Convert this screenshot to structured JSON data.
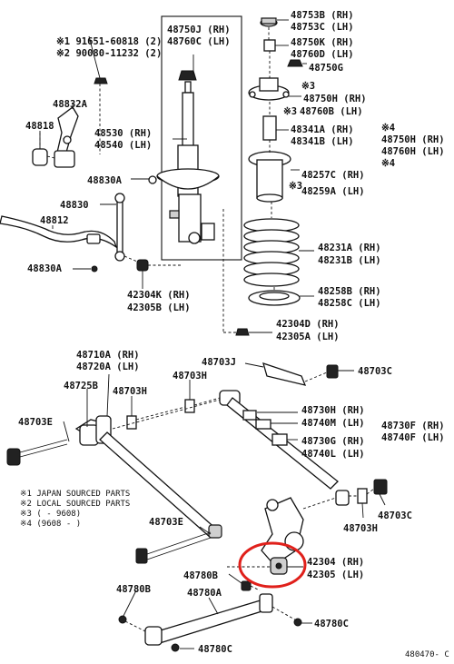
{
  "labels": {
    "p48753B": "48753B (RH)",
    "p48753C": "48753C (LH)",
    "p48750K": "48750K (RH)",
    "p48760D": "48760D (LH)",
    "p48750G": "48750G",
    "p48750J": "48750J (RH)",
    "p48760C": "48760C (LH)",
    "p91651": "※1 91651-60818 (2)",
    "p90080": "※2 90080-11232 (2)",
    "p48832A": "48832A",
    "p48818": "48818",
    "p48530": "48530 (RH)",
    "p48540": "48540 (LH)",
    "p48750H": "48750H (RH)",
    "p48760B": "48760B (LH)",
    "p48341A": "48341A (RH)",
    "p48341B": "48341B (LH)",
    "p48750Hr": "48750H (RH)",
    "p48760Hr": "48760H (LH)",
    "p48257C": "48257C (RH)",
    "p48259A": "48259A (LH)",
    "p48830Aa": "48830A",
    "p48830": "48830",
    "p48812": "48812",
    "p48830Ab": "48830A",
    "p48231A": "48231A (RH)",
    "p48231B": "48231B (LH)",
    "p48258B": "48258B (RH)",
    "p48258C": "48258C (LH)",
    "p42304K": "42304K (RH)",
    "p42305B": "42305B (LH)",
    "p42304D": "42304D (RH)",
    "p42305A": "42305A (LH)",
    "p48710A": "48710A (RH)",
    "p48720A": "48720A (LH)",
    "p48703J": "48703J",
    "p48703Ca": "48703C",
    "p48725B": "48725B",
    "p48703Ha": "48703H",
    "p48703Hb": "48703H",
    "p48730H": "48730H (RH)",
    "p48740M": "48740M (LH)",
    "p48730F": "48730F (RH)",
    "p48740F": "48740F (LH)",
    "p48703E": "48703E",
    "p48730G": "48730G (RH)",
    "p48740L": "48740L (LH)",
    "p48703Cb": "48703C",
    "p48703Hc": "48703H",
    "p48703Ea": "48703E",
    "p42304": "42304 (RH)",
    "p42305": "42305 (LH)",
    "p48780B": "48780B",
    "p48780A": "48780A",
    "p48780Ba": "48780B",
    "p48780C": "48780C",
    "p48780Ca": "48780C",
    "star3a": "※3",
    "star3b": "※3",
    "star3c": "※3",
    "star4a": "※4",
    "star4b": "※4",
    "code": "480470- C"
  },
  "notes": [
    "※1 JAPAN SOURCED PARTS",
    "※2 LOCAL SOURCED PARTS",
    "※3 (      - 9608)",
    "※4 (9608 -      )"
  ],
  "highlight_color": "#e0201b"
}
